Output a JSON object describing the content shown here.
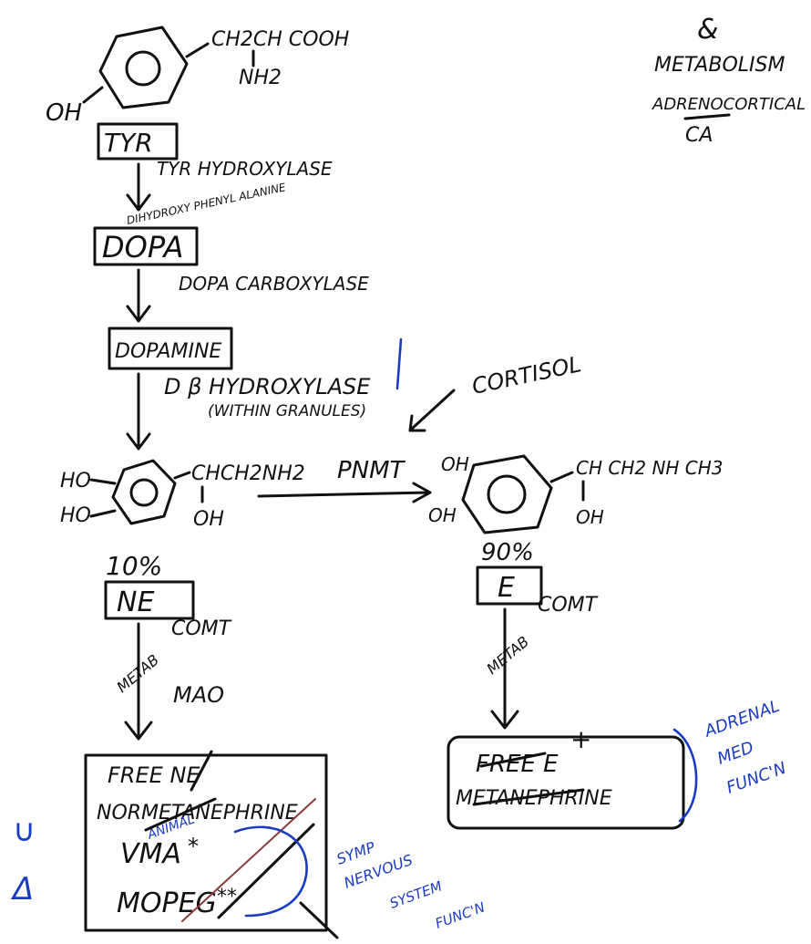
{
  "title_corner": {
    "line1": "&",
    "line2": "METABOLISM",
    "line3": "ADRENOCORTICAL",
    "line4": "CA"
  },
  "tyrosine": {
    "substituent": "CH2CH COOH",
    "amine": "NH2",
    "oh": "OH",
    "label": "TYR"
  },
  "step1": {
    "enzyme": "TYR HYDROXYLASE"
  },
  "dopa": {
    "label": "DOPA",
    "note": "DIHYDROXY PHENYL ALANINE"
  },
  "step2": {
    "enzyme": "DOPA CARBOXYLASE"
  },
  "dopamine": {
    "label": "DOPAMINE"
  },
  "step3": {
    "enzyme": "D β HYDROXYLASE",
    "note": "(WITHIN GRANULES)"
  },
  "cortisol": {
    "label": "CORTISOL"
  },
  "ne_structure": {
    "ho1": "HO",
    "ho2": "HO",
    "chain": "CHCH2NH2",
    "oh": "OH"
  },
  "pnmt": {
    "label": "PNMT"
  },
  "e_structure": {
    "oh1": "OH",
    "oh2": "OH",
    "chain": "CH CH2 NH CH3",
    "oh": "OH"
  },
  "ne": {
    "percent": "10%",
    "label": "NE",
    "enzyme1": "COMT",
    "arrow_label": "METAB",
    "enzyme2": "MAO"
  },
  "epi": {
    "percent": "90%",
    "label": "E",
    "enzyme1": "COMT",
    "arrow_label": "METAB"
  },
  "ne_products": {
    "line1": "FREE NE",
    "line2": "NORMETANEPHRINE",
    "line3": "VMA",
    "line3_star": "*",
    "line4": "MOPEG",
    "line4_star": "**",
    "blue_note": "ANIMAL"
  },
  "e_products": {
    "line1": "FREE E",
    "line1_mark": "+",
    "line2": "METANEPHRINE"
  },
  "adrenal_note": {
    "line1": "ADRENAL",
    "line2": "MED",
    "line3": "FUNC'N"
  },
  "symp_note": {
    "line1": "SYMP",
    "line2": "NERVOUS",
    "line3": "SYSTEM",
    "line4": "FUNC'N"
  },
  "margin_symbols": {
    "up": "∪",
    "down": "Δ"
  }
}
